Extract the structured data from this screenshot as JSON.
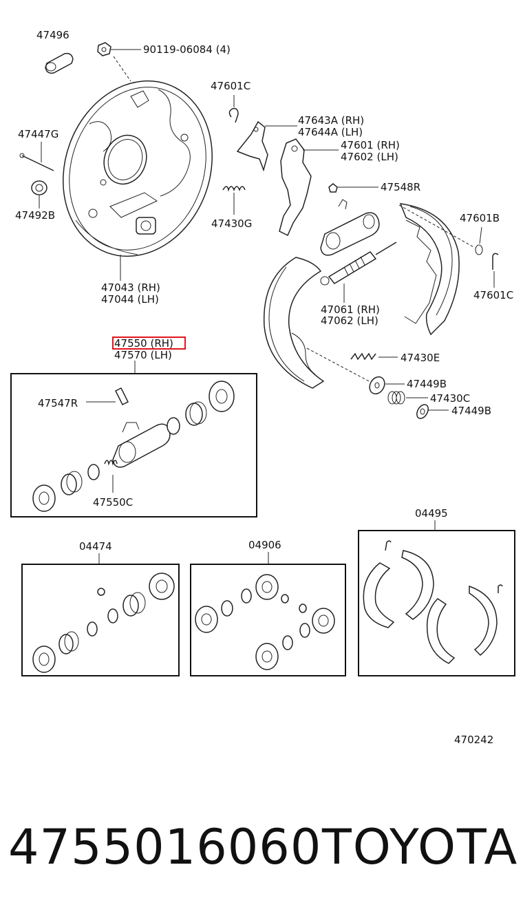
{
  "diagram": {
    "labels": {
      "p47496": "47496",
      "p90119": "90119-06084 (4)",
      "p47601c_top": "47601C",
      "p47643a": "47643A (RH)",
      "p47644a": "47644A (LH)",
      "p47601": "47601 (RH)",
      "p47602": "47602 (LH)",
      "p47447g": "47447G",
      "p47548r": "47548R",
      "p47492b": "47492B",
      "p47430g": "47430G",
      "p47601b": "47601B",
      "p47601c_right": "47601C",
      "p47043": "47043 (RH)",
      "p47044": "47044 (LH)",
      "p47061": "47061 (RH)",
      "p47062": "47062 (LH)",
      "p47550": "47550 (RH)",
      "p47570": "47570 (LH)",
      "p47430e": "47430E",
      "p47547r": "47547R",
      "p47449b_a": "47449B",
      "p47430c": "47430C",
      "p47449b_b": "47449B",
      "p47550c": "47550C",
      "p04495": "04495",
      "p04474": "04474",
      "p04906": "04906",
      "ref": "470242"
    },
    "highlighted_part": "47550 (RH)",
    "highlight_color": "#e0141b"
  },
  "footer": {
    "part_number": "4755016060",
    "brand": "TOYOTA"
  }
}
